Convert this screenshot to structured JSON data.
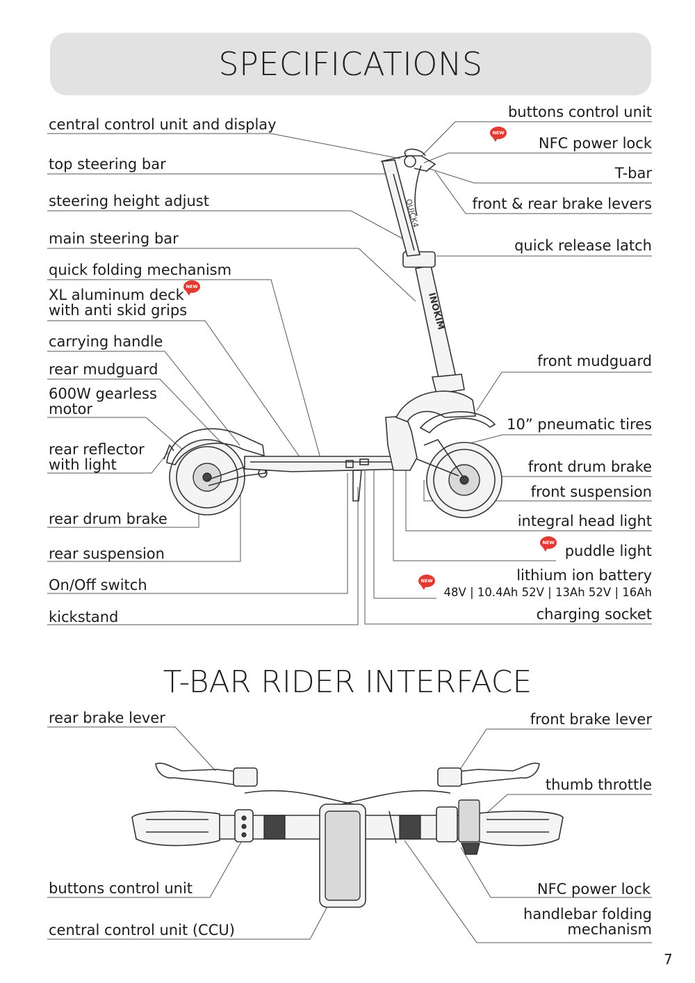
{
  "header": {
    "title": "SPECIFICATIONS"
  },
  "section2": {
    "title": "T-BAR  RIDER INTERFACE"
  },
  "page_number": "7",
  "badge_text": "NEW",
  "specs": {
    "left": {
      "central_control": "central control unit and display",
      "top_steering_bar": "top steering bar",
      "steering_height": "steering height adjust",
      "main_steering_bar": "main steering bar",
      "quick_folding": "quick folding mechanism",
      "xl_deck": "XL aluminum deck with anti skid grips",
      "carrying_handle": "carrying handle",
      "rear_mudguard": "rear mudguard",
      "motor": "600W gearless motor",
      "rear_reflector": "rear reflector with light",
      "rear_drum_brake": "rear drum brake",
      "rear_suspension": "rear suspension",
      "on_off_switch": "On/Off switch",
      "kickstand": "kickstand"
    },
    "right": {
      "buttons_control": "buttons control unit",
      "nfc_lock": "NFC power lock",
      "t_bar": "T-bar",
      "brake_levers": "front & rear brake levers",
      "quick_release": "quick release latch",
      "front_mudguard": "front mudguard",
      "tires": "10” pneumatic tires",
      "front_drum_brake": "front drum brake",
      "front_suspension": "front suspension",
      "head_light": "integral head light",
      "puddle_light": "puddle light",
      "battery": "lithium ion battery",
      "battery_variants": "48V | 10.4Ah  52V | 13Ah  52V | 16Ah",
      "charging_socket": "charging socket"
    }
  },
  "interface": {
    "rear_brake_lever": "rear brake lever",
    "front_brake_lever": "front brake lever",
    "thumb_throttle": "thumb throttle",
    "buttons_control": "buttons control unit",
    "nfc_lock": "NFC power lock",
    "ccu": "central control unit (CCU)",
    "handlebar_folding": "handlebar folding mechanism"
  },
  "branding": {
    "stem_logo": "QUICK4",
    "brand": "INOKIM"
  }
}
